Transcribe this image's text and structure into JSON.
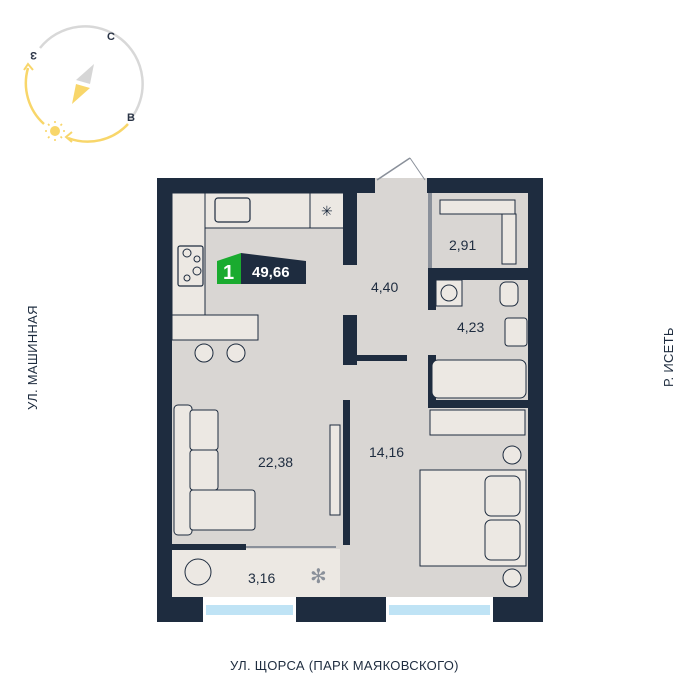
{
  "compass": {
    "north": "С",
    "west": "З",
    "east": "В",
    "icons": [
      "compass-arrow-icon",
      "sun-icon"
    ]
  },
  "streets": {
    "left": "УЛ. МАШИННАЯ",
    "right": "Р. ИСЕТЬ",
    "bottom": "УЛ. ЩОРСА (ПАРК МАЯКОВСКОГО)"
  },
  "apartment": {
    "rooms_count": "1",
    "total_area": "49,66"
  },
  "rooms": {
    "living": "22,38",
    "hall": "4,40",
    "storage": "2,91",
    "bathroom": "4,23",
    "bedroom": "14,16",
    "balcony": "3,16"
  },
  "colors": {
    "wall": "#1e2c3f",
    "floor": "#d9d6d3",
    "furniture": "#ece8e3",
    "badge_green": "#1aab2f",
    "sun": "#f8d66a",
    "window": "#bfe3f5"
  }
}
